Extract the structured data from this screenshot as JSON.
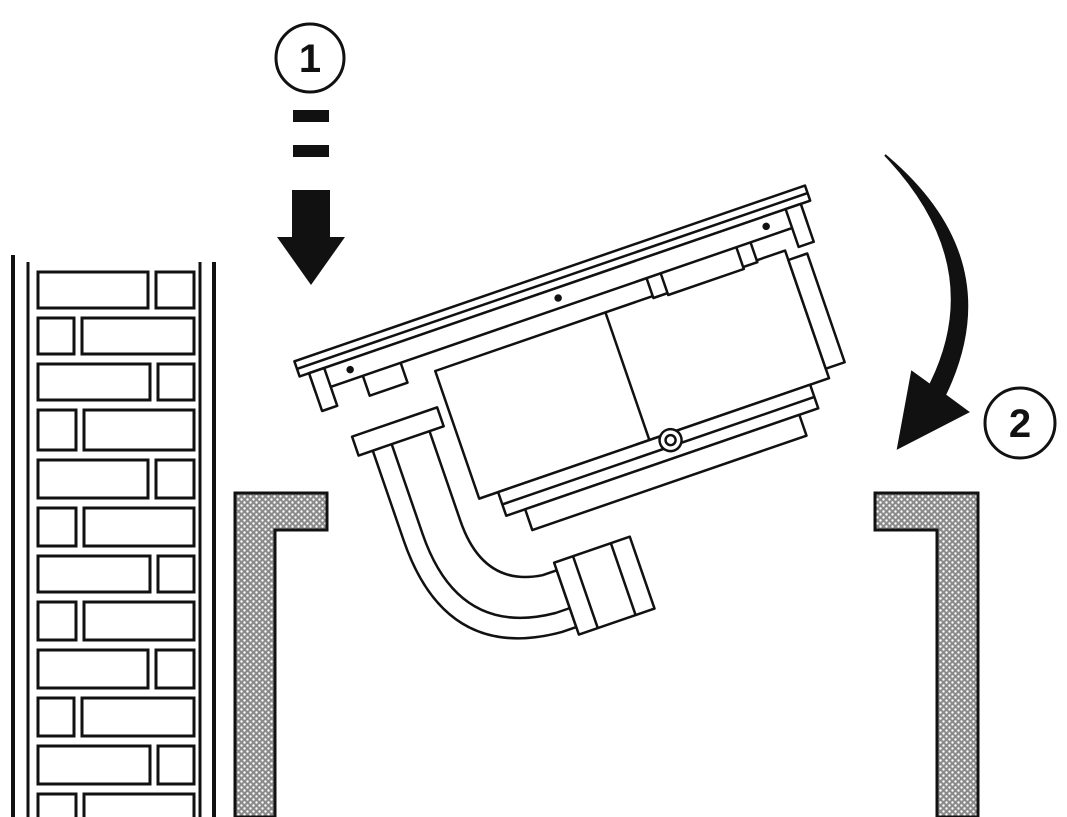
{
  "colors": {
    "line": "#111111",
    "background": "#ffffff",
    "cutout_fill": "#7a7a7a"
  },
  "steps": [
    {
      "label": "1",
      "motion": "push-down",
      "icon": "arrow-down-icon"
    },
    {
      "label": "2",
      "motion": "rotate-down",
      "icon": "curved-arrow-icon"
    }
  ],
  "parts": {
    "wall": "brick-wall",
    "countertop": "countertop-cutout",
    "appliance": "hob-with-extraction-unit"
  }
}
